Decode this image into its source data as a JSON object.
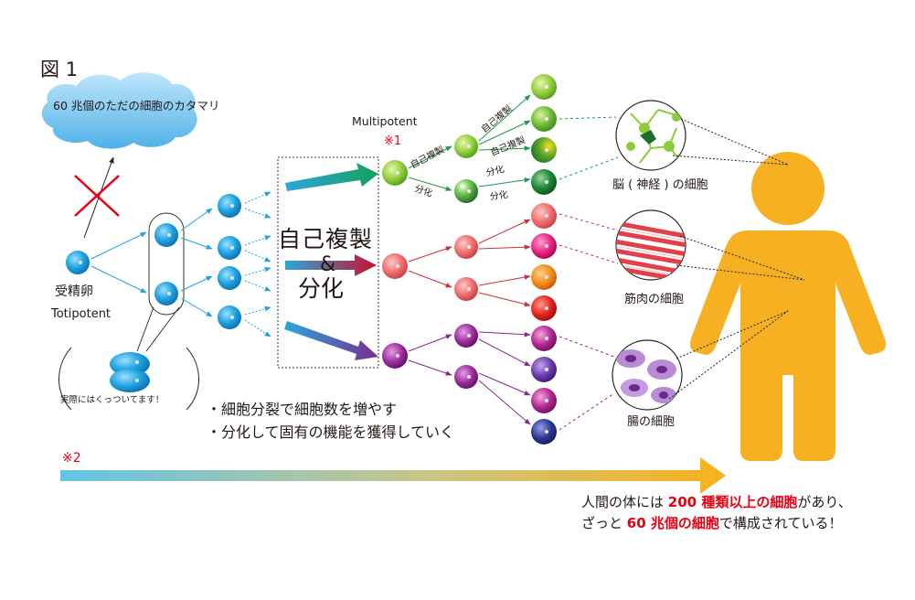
{
  "figure_label": "図 1",
  "cloud_caption": "60 兆個のただの細胞のカタマリ",
  "fertilized_egg": "受精卵",
  "totipotent": "Totipotent",
  "actual_note": "実際にはくっついてます！",
  "multipotent": "Multipotent",
  "note_mark_1": "※1",
  "note_mark_2": "※2",
  "center_box": {
    "line1": "自己複製",
    "amp": "&",
    "line2": "分化"
  },
  "branch_labels": {
    "self_renewal": "自己複製",
    "differentiation": "分化"
  },
  "bullets": [
    "・細胞分裂で細胞数を増やす",
    "・分化して固有の機能を獲得していく"
  ],
  "cell_types": {
    "brain": "脳 ( 神経 ) の細胞",
    "muscle": "筋肉の細胞",
    "gut": "腸の細胞"
  },
  "conclusion": {
    "line1_pre": "人間の体には ",
    "line1_red": "200 種類以上の細胞",
    "line1_post": "があり、",
    "line2_pre": "ざっと ",
    "line2_red": "60 兆個の細胞",
    "line2_post": "で構成されている！"
  },
  "colors": {
    "stem_blue": "#1fa2e0",
    "green_lineage": "#5fb52f",
    "red_lineage": "#e8505b",
    "purple_lineage": "#8a1f8a",
    "body_orange": "#f6b021",
    "highlight_red": "#e60012"
  }
}
